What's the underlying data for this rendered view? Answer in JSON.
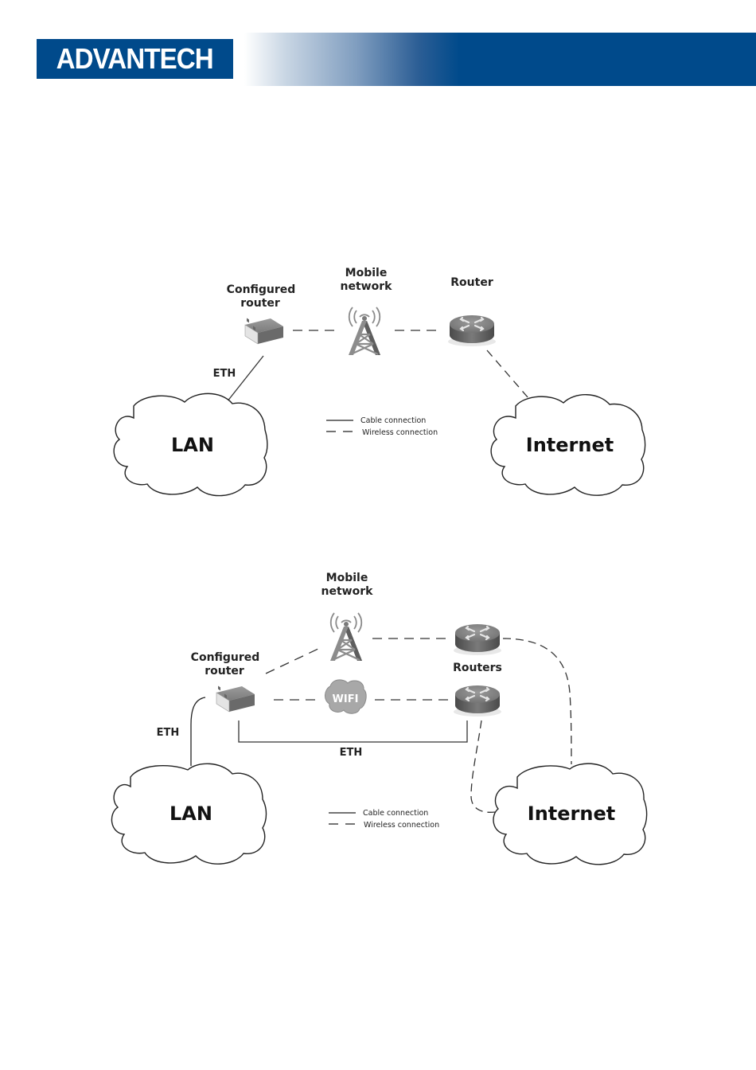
{
  "header": {
    "brand": "ADVANTECH",
    "brand_color": "#004a8b"
  },
  "diagram1": {
    "labels": {
      "configured_router": [
        "Configured",
        "router"
      ],
      "mobile_network": [
        "Mobile",
        "network"
      ],
      "router": "Router",
      "eth": "ETH",
      "lan": "LAN",
      "internet": "Internet"
    },
    "legend": {
      "cable": "Cable connection",
      "wireless": "Wireless connection"
    },
    "icons": [
      "configured-router-icon",
      "cell-tower-icon",
      "router-icon",
      "lan-cloud",
      "internet-cloud"
    ]
  },
  "diagram2": {
    "labels": {
      "configured_router": [
        "Configured",
        "router"
      ],
      "mobile_network": [
        "Mobile",
        "network"
      ],
      "routers": "Routers",
      "eth_left": "ETH",
      "eth_bottom": "ETH",
      "lan": "LAN",
      "internet": "Internet",
      "wifi": "WIFI"
    },
    "legend": {
      "cable": "Cable connection",
      "wireless": "Wireless connection"
    },
    "icons": [
      "configured-router-icon",
      "cell-tower-icon",
      "wifi-cloud-icon",
      "router-icon",
      "router-icon",
      "lan-cloud",
      "internet-cloud"
    ]
  }
}
